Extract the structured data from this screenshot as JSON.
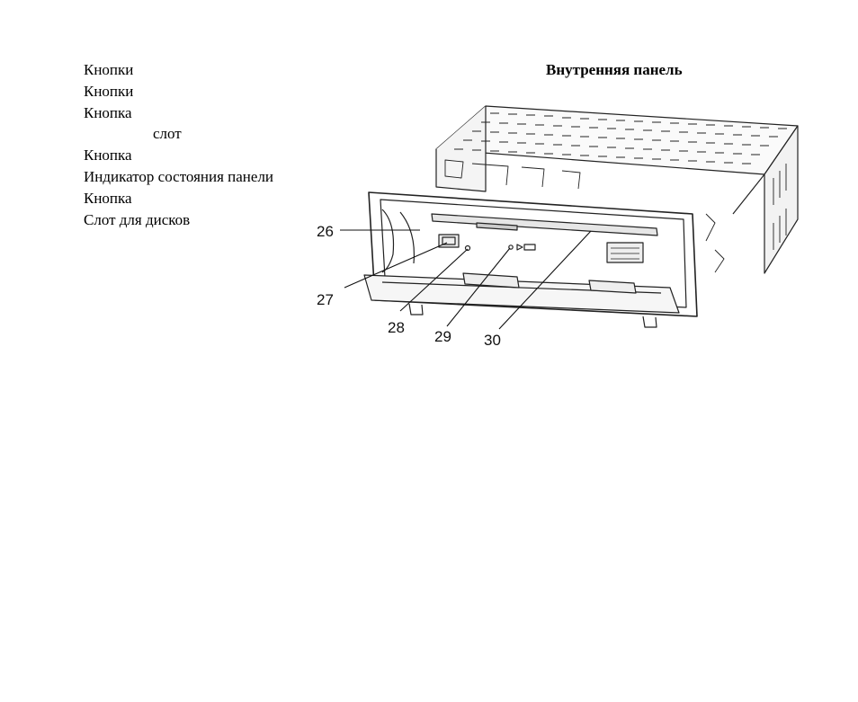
{
  "legend": {
    "items": [
      "Кнопки",
      "Кнопки",
      "Кнопка",
      "слот",
      "Кнопка",
      "Индикатор состояния панели",
      "Кнопка",
      "Слот для дисков"
    ]
  },
  "section_title": "Внутренняя панель",
  "figure": {
    "callouts": [
      "26",
      "27",
      "28",
      "29",
      "30"
    ]
  }
}
